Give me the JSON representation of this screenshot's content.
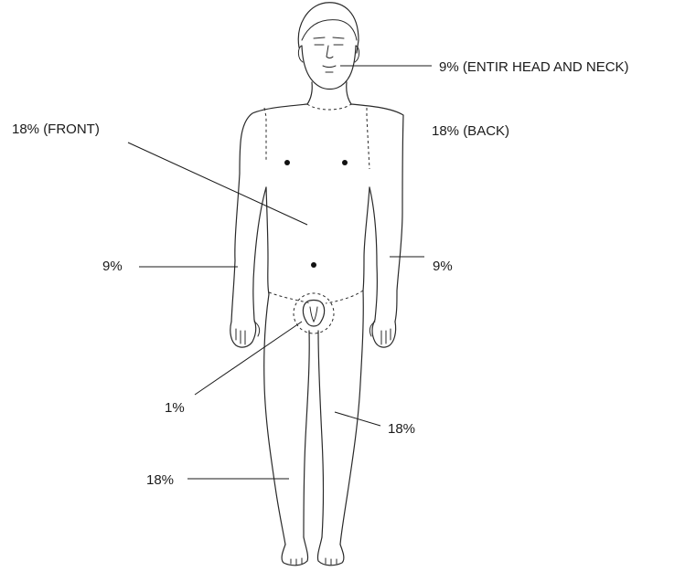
{
  "labels": {
    "head_neck": "9% (ENTIR HEAD AND NECK)",
    "front": "18% (FRONT)",
    "back": "18% (BACK)",
    "left_arm": "9%",
    "right_arm": "9%",
    "groin": "1%",
    "right_leg": "18%",
    "left_leg": "18%"
  },
  "colors": {
    "ink": "#1a1a1a",
    "background": "#ffffff"
  }
}
